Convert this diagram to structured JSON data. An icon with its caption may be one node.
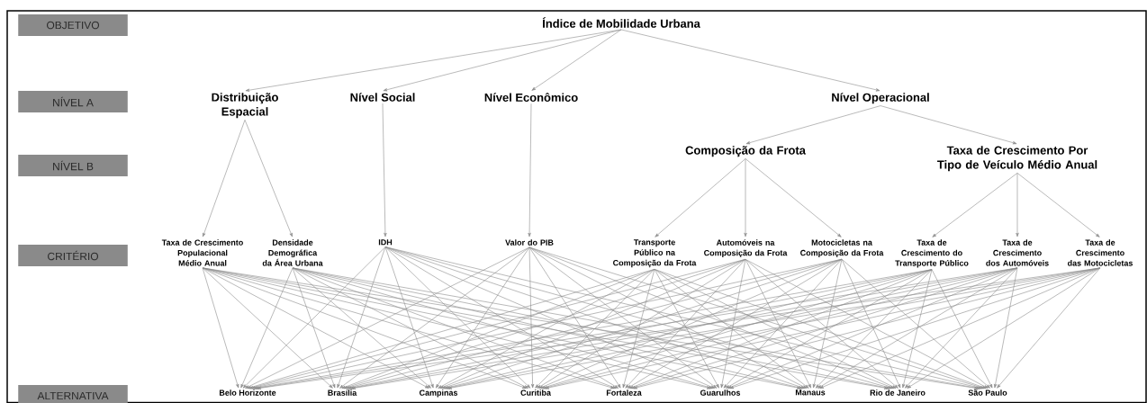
{
  "diagram": {
    "nodes": [
      {
        "text": [
          "OBJETIVO"
        ]
      },
      {
        "text": [
          "Índice de Mobilidade Urbana"
        ]
      },
      {
        "text": [
          "NÍVEL A"
        ]
      },
      {
        "text": [
          "Distribuição Espacial"
        ]
      },
      {
        "text": [
          "Nível Social"
        ]
      },
      {
        "text": [
          "Nível Econômico"
        ]
      },
      {
        "text": [
          "Nível Operacional"
        ]
      },
      {
        "text": [
          "NÍVEL B"
        ]
      },
      {
        "text": [
          "Composição da Frota"
        ]
      },
      {
        "text": [
          "Taxa de Crescimento Por Tipo de Veículo Médio Anual"
        ]
      },
      {
        "text": [
          "CRITÉRIO"
        ]
      },
      {
        "text": [
          "Taxa de Crescimento Populacional Médio Anual"
        ]
      },
      {
        "text": [
          "Densidade Demográfica da Área Urbana"
        ]
      },
      {
        "text": [
          "IDH"
        ]
      },
      {
        "text": [
          "Valor do PIB"
        ]
      },
      {
        "text": [
          "Transporte Público na Composição da Frota"
        ]
      },
      {
        "text": [
          "Automóveis na Composição da Frota"
        ]
      },
      {
        "text": [
          "Motocicletas na Composição da Frota"
        ]
      },
      {
        "text": [
          "Taxa de Crescimento do Transporte Público"
        ]
      },
      {
        "text": [
          "Taxa de Crescimento dos Automóveis"
        ]
      },
      {
        "text": [
          "Taxa de Crescimento das Motocicletas"
        ]
      },
      {
        "text": [
          "ALTERNATIVA"
        ]
      },
      {
        "text": [
          "Belo Horizonte"
        ]
      },
      {
        "text": [
          "Brasília"
        ]
      },
      {
        "text": [
          "Campinas"
        ]
      },
      {
        "text": [
          "Curitiba"
        ]
      },
      {
        "text": [
          "Fortaleza"
        ]
      },
      {
        "text": [
          "Guarulhos"
        ]
      },
      {
        "text": [
          "Manaus"
        ]
      },
      {
        "text": [
          "Rio de Janeiro"
        ]
      },
      {
        "text": [
          "São Paulo"
        ]
      }
    ],
    "edges": [
      {
        "from": 1,
        "to": 3,
        "arrow": "to"
      },
      {
        "from": 1,
        "to": 4,
        "arrow": "to"
      },
      {
        "from": 1,
        "to": 5,
        "arrow": "to"
      },
      {
        "from": 1,
        "to": 6,
        "arrow": "to"
      },
      {
        "from": 3,
        "to": 11,
        "arrow": "to"
      },
      {
        "from": 3,
        "to": 12,
        "arrow": "to"
      },
      {
        "from": 4,
        "to": 13,
        "arrow": "to"
      },
      {
        "from": 5,
        "to": 14,
        "arrow": "to"
      },
      {
        "from": 6,
        "to": 8,
        "arrow": "to"
      },
      {
        "from": 6,
        "to": 9,
        "arrow": "to"
      },
      {
        "from": 8,
        "to": 15,
        "arrow": "to"
      },
      {
        "from": 8,
        "to": 16,
        "arrow": "to"
      },
      {
        "from": 8,
        "to": 17,
        "arrow": "to"
      },
      {
        "from": 9,
        "to": 18,
        "arrow": "to"
      },
      {
        "from": 9,
        "to": 19,
        "arrow": "to"
      },
      {
        "from": 9,
        "to": 20,
        "arrow": "to"
      },
      {
        "from": 11,
        "to": 22,
        "arrow": "to"
      },
      {
        "from": 11,
        "to": 23,
        "arrow": "to"
      },
      {
        "from": 11,
        "to": 24,
        "arrow": "to"
      },
      {
        "from": 11,
        "to": 25,
        "arrow": "to"
      },
      {
        "from": 11,
        "to": 26,
        "arrow": "to"
      },
      {
        "from": 11,
        "to": 27,
        "arrow": "to"
      },
      {
        "from": 11,
        "to": 28,
        "arrow": "to"
      },
      {
        "from": 11,
        "to": 29,
        "arrow": "to"
      },
      {
        "from": 11,
        "to": 30,
        "arrow": "to"
      },
      {
        "from": 12,
        "to": 22,
        "arrow": "to"
      },
      {
        "from": 12,
        "to": 23,
        "arrow": "to"
      },
      {
        "from": 12,
        "to": 24,
        "arrow": "to"
      },
      {
        "from": 12,
        "to": 25,
        "arrow": "to"
      },
      {
        "from": 12,
        "to": 26,
        "arrow": "to"
      },
      {
        "from": 12,
        "to": 27,
        "arrow": "to"
      },
      {
        "from": 12,
        "to": 28,
        "arrow": "to"
      },
      {
        "from": 12,
        "to": 29,
        "arrow": "to"
      },
      {
        "from": 12,
        "to": 30,
        "arrow": "to"
      },
      {
        "from": 13,
        "to": 22,
        "arrow": "to"
      },
      {
        "from": 13,
        "to": 23,
        "arrow": "to"
      },
      {
        "from": 13,
        "to": 24,
        "arrow": "to"
      },
      {
        "from": 13,
        "to": 25,
        "arrow": "to"
      },
      {
        "from": 13,
        "to": 26,
        "arrow": "to"
      },
      {
        "from": 13,
        "to": 27,
        "arrow": "to"
      },
      {
        "from": 13,
        "to": 28,
        "arrow": "to"
      },
      {
        "from": 13,
        "to": 29,
        "arrow": "to"
      },
      {
        "from": 13,
        "to": 30,
        "arrow": "to"
      },
      {
        "from": 14,
        "to": 22,
        "arrow": "to"
      },
      {
        "from": 14,
        "to": 23,
        "arrow": "to"
      },
      {
        "from": 14,
        "to": 24,
        "arrow": "to"
      },
      {
        "from": 14,
        "to": 25,
        "arrow": "to"
      },
      {
        "from": 14,
        "to": 26,
        "arrow": "to"
      },
      {
        "from": 14,
        "to": 27,
        "arrow": "to"
      },
      {
        "from": 14,
        "to": 28,
        "arrow": "to"
      },
      {
        "from": 14,
        "to": 29,
        "arrow": "to"
      },
      {
        "from": 14,
        "to": 30,
        "arrow": "to"
      },
      {
        "from": 15,
        "to": 22,
        "arrow": "to"
      },
      {
        "from": 15,
        "to": 23,
        "arrow": "to"
      },
      {
        "from": 15,
        "to": 24,
        "arrow": "to"
      },
      {
        "from": 15,
        "to": 25,
        "arrow": "to"
      },
      {
        "from": 15,
        "to": 26,
        "arrow": "to"
      },
      {
        "from": 15,
        "to": 27,
        "arrow": "to"
      },
      {
        "from": 15,
        "to": 28,
        "arrow": "to"
      },
      {
        "from": 15,
        "to": 29,
        "arrow": "to"
      },
      {
        "from": 15,
        "to": 30,
        "arrow": "to"
      },
      {
        "from": 16,
        "to": 22,
        "arrow": "to"
      },
      {
        "from": 16,
        "to": 23,
        "arrow": "to"
      },
      {
        "from": 16,
        "to": 24,
        "arrow": "to"
      },
      {
        "from": 16,
        "to": 25,
        "arrow": "to"
      },
      {
        "from": 16,
        "to": 26,
        "arrow": "to"
      },
      {
        "from": 16,
        "to": 27,
        "arrow": "to"
      },
      {
        "from": 16,
        "to": 28,
        "arrow": "to"
      },
      {
        "from": 16,
        "to": 29,
        "arrow": "to"
      },
      {
        "from": 16,
        "to": 30,
        "arrow": "to"
      },
      {
        "from": 17,
        "to": 22,
        "arrow": "to"
      },
      {
        "from": 17,
        "to": 23,
        "arrow": "to"
      },
      {
        "from": 17,
        "to": 24,
        "arrow": "to"
      },
      {
        "from": 17,
        "to": 25,
        "arrow": "to"
      },
      {
        "from": 17,
        "to": 26,
        "arrow": "to"
      },
      {
        "from": 17,
        "to": 27,
        "arrow": "to"
      },
      {
        "from": 17,
        "to": 28,
        "arrow": "to"
      },
      {
        "from": 17,
        "to": 29,
        "arrow": "to"
      },
      {
        "from": 17,
        "to": 30,
        "arrow": "to"
      },
      {
        "from": 18,
        "to": 22,
        "arrow": "to"
      },
      {
        "from": 18,
        "to": 23,
        "arrow": "to"
      },
      {
        "from": 18,
        "to": 24,
        "arrow": "to"
      },
      {
        "from": 18,
        "to": 25,
        "arrow": "to"
      },
      {
        "from": 18,
        "to": 26,
        "arrow": "to"
      },
      {
        "from": 18,
        "to": 27,
        "arrow": "to"
      },
      {
        "from": 18,
        "to": 28,
        "arrow": "to"
      },
      {
        "from": 18,
        "to": 29,
        "arrow": "to"
      },
      {
        "from": 18,
        "to": 30,
        "arrow": "to"
      },
      {
        "from": 19,
        "to": 22,
        "arrow": "to"
      },
      {
        "from": 19,
        "to": 23,
        "arrow": "to"
      },
      {
        "from": 19,
        "to": 24,
        "arrow": "to"
      },
      {
        "from": 19,
        "to": 25,
        "arrow": "to"
      },
      {
        "from": 19,
        "to": 26,
        "arrow": "to"
      },
      {
        "from": 19,
        "to": 27,
        "arrow": "to"
      },
      {
        "from": 19,
        "to": 28,
        "arrow": "to"
      },
      {
        "from": 19,
        "to": 29,
        "arrow": "to"
      },
      {
        "from": 19,
        "to": 30,
        "arrow": "to"
      },
      {
        "from": 20,
        "to": 22,
        "arrow": "to"
      },
      {
        "from": 20,
        "to": 23,
        "arrow": "to"
      },
      {
        "from": 20,
        "to": 24,
        "arrow": "to"
      },
      {
        "from": 20,
        "to": 25,
        "arrow": "to"
      },
      {
        "from": 20,
        "to": 26,
        "arrow": "to"
      },
      {
        "from": 20,
        "to": 27,
        "arrow": "to"
      },
      {
        "from": 20,
        "to": 28,
        "arrow": "to"
      },
      {
        "from": 20,
        "to": 29,
        "arrow": "to"
      },
      {
        "from": 20,
        "to": 30,
        "arrow": "to"
      }
    ]
  }
}
